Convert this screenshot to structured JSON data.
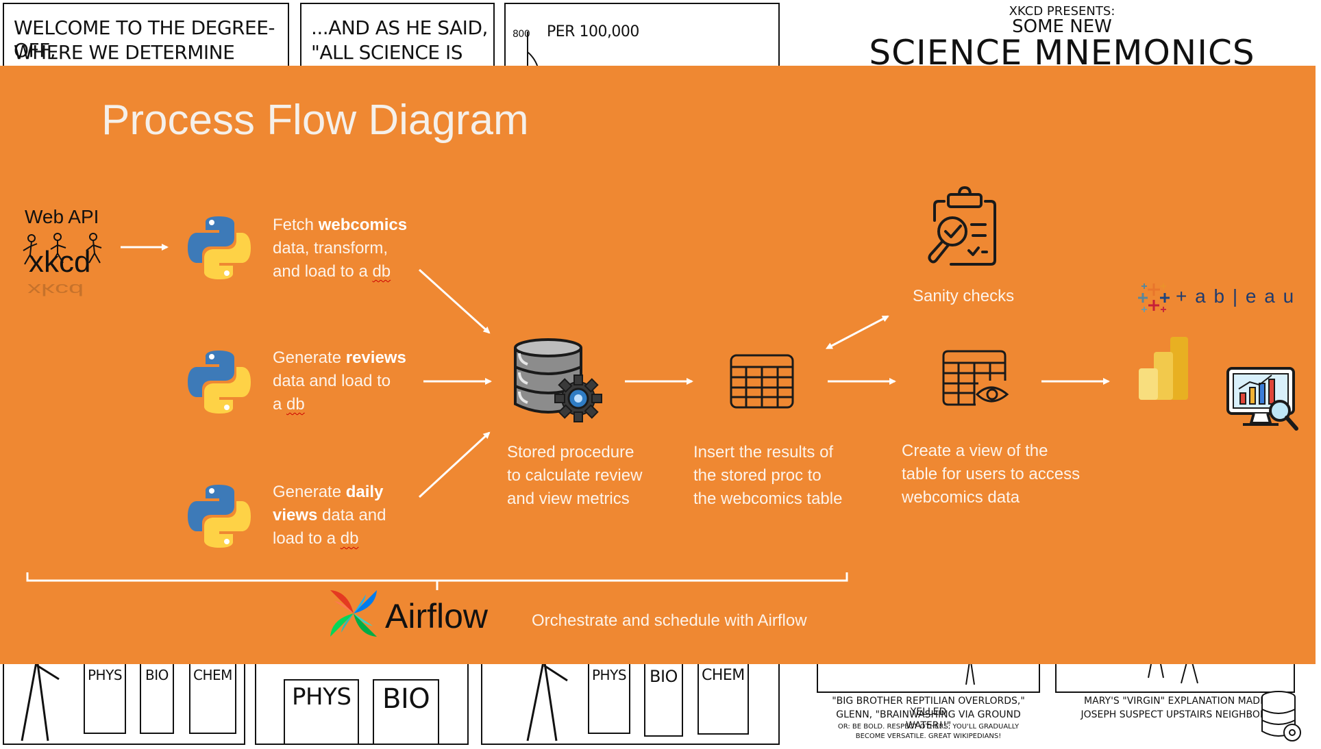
{
  "diagram": {
    "title": "Process Flow Diagram",
    "source": {
      "title": "Web API",
      "logo_text": "xkcd"
    },
    "steps": {
      "fetch": {
        "pre": "Fetch ",
        "bold": "webcomics",
        "line2": "data, transform,",
        "line3a": "and load to a ",
        "line3b": "db"
      },
      "reviews": {
        "pre": "Generate ",
        "bold": "reviews",
        "line2": "data and load to",
        "line3a": "a ",
        "line3b": "db"
      },
      "views": {
        "pre": "Generate ",
        "bold": "daily",
        "bold2": "views",
        "line2rest": " data and",
        "line3a": "load to a ",
        "line3b": "db"
      },
      "stored_proc": {
        "line1": "Stored procedure",
        "line2": "to calculate review",
        "line3": "and view metrics"
      },
      "insert": {
        "line1": "Insert the results of",
        "line2": "the stored proc to",
        "line3": "the webcomics table"
      },
      "view": {
        "line1": "Create a view of the",
        "line2": "table for users to access",
        "line3": "webcomics data"
      },
      "sanity": {
        "label": "Sanity checks"
      }
    },
    "bi": {
      "tableau_text": "+ a b | e a u"
    },
    "orchestration": {
      "logo_text": "Airflow",
      "caption": "Orchestrate and schedule with Airflow"
    },
    "icons": [
      "python-icon",
      "database-gear-icon",
      "table-icon",
      "table-view-icon",
      "clipboard-check-icon",
      "tableau-icon",
      "power-bi-icon",
      "monitor-chart-icon",
      "airflow-icon"
    ],
    "colors": {
      "banner": "#ef8832",
      "text": "#fdf3ea",
      "python_blue": "#3d7ab8",
      "python_yellow": "#fed246"
    }
  },
  "comics": {
    "panel1": {
      "line1": "WELCOME TO THE DEGREE-OFF,",
      "line2": "WHERE WE DETERMINE"
    },
    "panel2": {
      "line1": "...AND AS HE SAID,",
      "line2": "\"ALL SCIENCE IS"
    },
    "panel3": {
      "tick": "800",
      "label": "PER 100,000"
    },
    "mnemonics": {
      "presents": "XKCD PRESENTS:",
      "some_new": "SOME NEW",
      "title": "SCIENCE MNEMONICS"
    },
    "boxes": {
      "phys": "PHYS",
      "bio": "BIO",
      "chem": "CHEM"
    },
    "caption_a1": "\"BIG BROTHER REPTILIAN OVERLORDS,\" YELLED",
    "caption_a2": "GLENN, \"BRAINWASHING VIA GROUND WATER!!\"",
    "caption_a3": "OR: BE BOLD. RESPECT OTHERS; YOU'LL GRADUALLY",
    "caption_a4": "BECOME VERSATILE. GREAT WIKIPEDIANS!",
    "caption_b1": "MARY'S \"VIRGIN\" EXPLANATION MADE",
    "caption_b2": "JOSEPH SUSPECT UPSTAIRS NEIGHBOR."
  }
}
